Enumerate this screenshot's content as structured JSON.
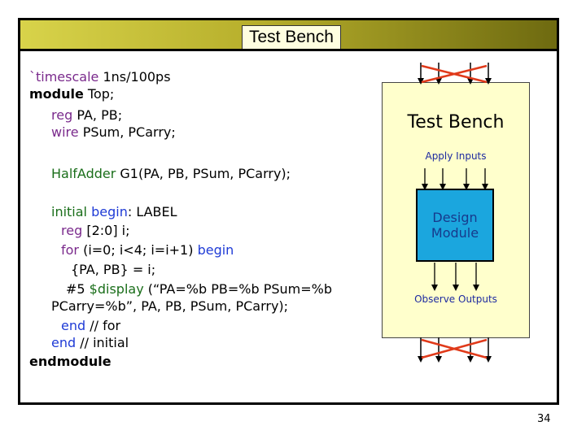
{
  "header": {
    "title": "Test Bench"
  },
  "code": {
    "line1": {
      "directive": "`timescale",
      "rest": " 1ns/100ps"
    },
    "line2": {
      "keyword": "module",
      "rest": " Top;"
    },
    "line3": {
      "keyword": "reg",
      "rest": " PA, PB;"
    },
    "line4": {
      "keyword": "wire",
      "rest": " PSum, PCarry;"
    },
    "line5": {
      "module_name": "HalfAdder",
      "rest": " G1(PA, PB, PSum, PCarry);"
    },
    "line6": {
      "keyword1": "initial",
      "keyword2": "begin",
      "rest": ": LABEL"
    },
    "line7": {
      "keyword": "reg",
      "rest": " [2:0] i;"
    },
    "line8": {
      "keyword": "for",
      "mid": " (i=0; i<4; i=i+1) ",
      "keyword2": "begin"
    },
    "line9": {
      "text": "{PA, PB} = i;"
    },
    "line10": {
      "delay": "#5 ",
      "sysfunc": "$display",
      "rest": " (“PA=%b PB=%b PSum=%b"
    },
    "line11": {
      "text": "PCarry=%b”, PA, PB, PSum, PCarry);"
    },
    "line12": {
      "keyword": "end",
      "rest": " // for"
    },
    "line13": {
      "keyword": "end",
      "rest": " // initial"
    },
    "line14": {
      "keyword": "endmodule"
    }
  },
  "diagram": {
    "title": "Test Bench",
    "apply_label": "Apply Inputs",
    "module_line1": "Design",
    "module_line2": "Module",
    "observe_label": "Observe Outputs"
  },
  "footer": {
    "page_number": "34"
  },
  "colors": {
    "keyword_purple": "#7a2a8c",
    "keyword_green": "#1a6e1a",
    "keyword_blue": "#1f3bd6",
    "testbench_fill": "#ffffcc",
    "module_fill": "#1ba6de",
    "cross_red": "#e03a1a"
  }
}
